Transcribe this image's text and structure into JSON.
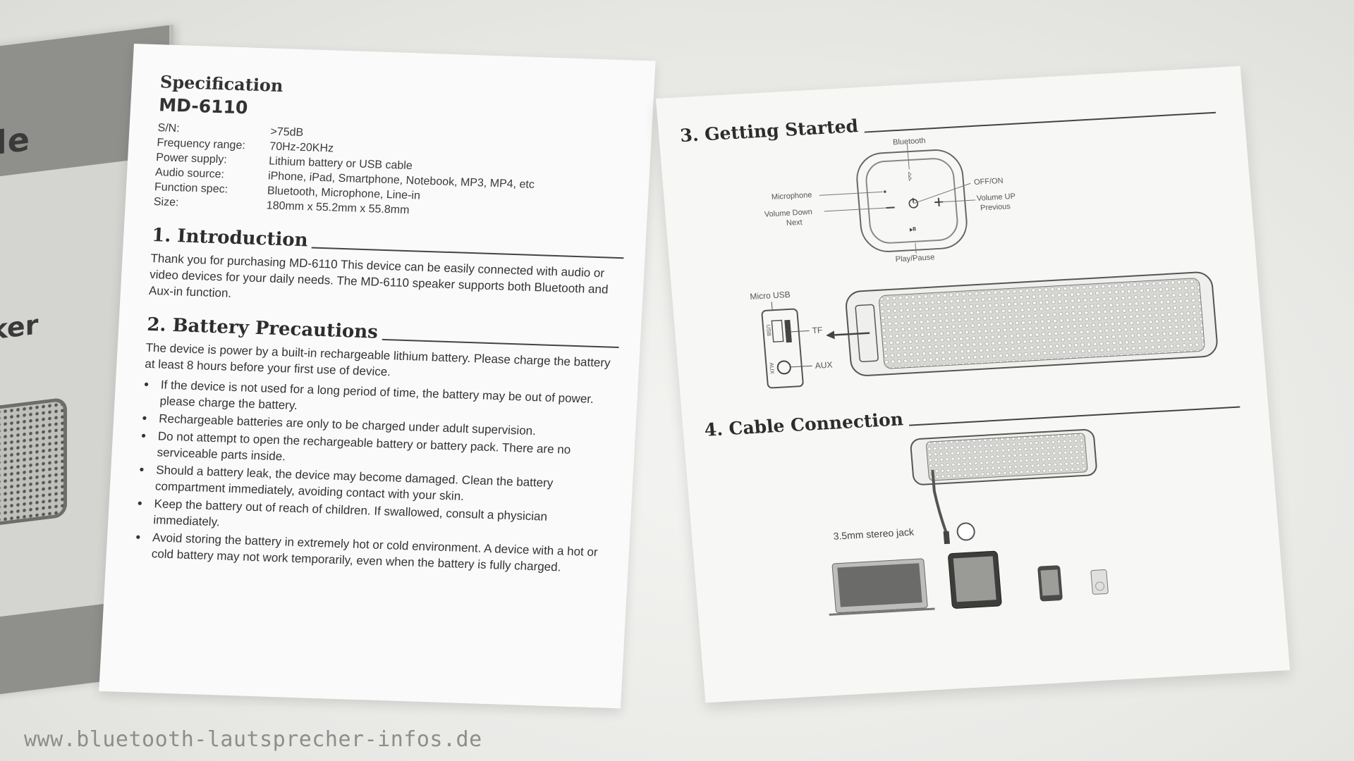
{
  "cover": {
    "title_fragment": "ide",
    "subtitle_fragment": "aker"
  },
  "left_page": {
    "spec_heading": "Specification",
    "model": "MD-6110",
    "specs": [
      {
        "key": "S/N:",
        "value": ">75dB"
      },
      {
        "key": "Frequency range:",
        "value": "70Hz-20KHz"
      },
      {
        "key": "Power supply:",
        "value": "Lithium battery or USB cable"
      },
      {
        "key": "Audio source:",
        "value": "iPhone, iPad, Smartphone, Notebook, MP3, MP4, etc"
      },
      {
        "key": "Function spec:",
        "value": "Bluetooth, Microphone, Line-in"
      },
      {
        "key": "Size:",
        "value": "180mm x 55.2mm x 55.8mm"
      }
    ],
    "intro_heading": "1. Introduction",
    "intro_text": "Thank you for purchasing MD-6110 This device can be easily connected with audio or video devices for your daily needs. The MD-6110 speaker supports both Bluetooth and Aux-in function.",
    "battery_heading": "2. Battery Precautions",
    "battery_text": "The device is power by a built-in rechargeable lithium battery. Please charge the battery at least 8 hours before your first use of device.",
    "bullets": [
      "If the device is not used for a long period of time, the battery may be out of power. please charge the battery.",
      "Rechargeable batteries are only to be charged under adult supervision.",
      "Do not attempt to open the rechargeable battery or battery pack. There are no serviceable parts inside.",
      "Should a battery leak, the device may become damaged. Clean the battery compartment immediately, avoiding contact with your skin.",
      "Keep the battery out of reach of children. If swallowed, consult a physician immediately.",
      "Avoid storing the battery in extremely hot or cold environment. A device with a hot or cold battery may not work temporarily, even when the battery is fully charged."
    ]
  },
  "right_page": {
    "getting_started_heading": "3. Getting Started",
    "control_labels": {
      "bluetooth": "Bluetooth",
      "microphone": "Microphone",
      "volume_down": "Volume Down",
      "next": "Next",
      "off_on": "OFF/ON",
      "volume_up": "Volume UP",
      "previous": "Previous",
      "play_pause": "Play/Pause"
    },
    "port_labels": {
      "micro_usb": "Micro USB",
      "tf": "TF",
      "aux": "AUX",
      "usb": "USB",
      "aux_small": "AUX"
    },
    "cable_heading": "4. Cable Connection",
    "jack_label": "3.5mm stereo jack"
  },
  "watermark": "www.bluetooth-lautsprecher-infos.de"
}
